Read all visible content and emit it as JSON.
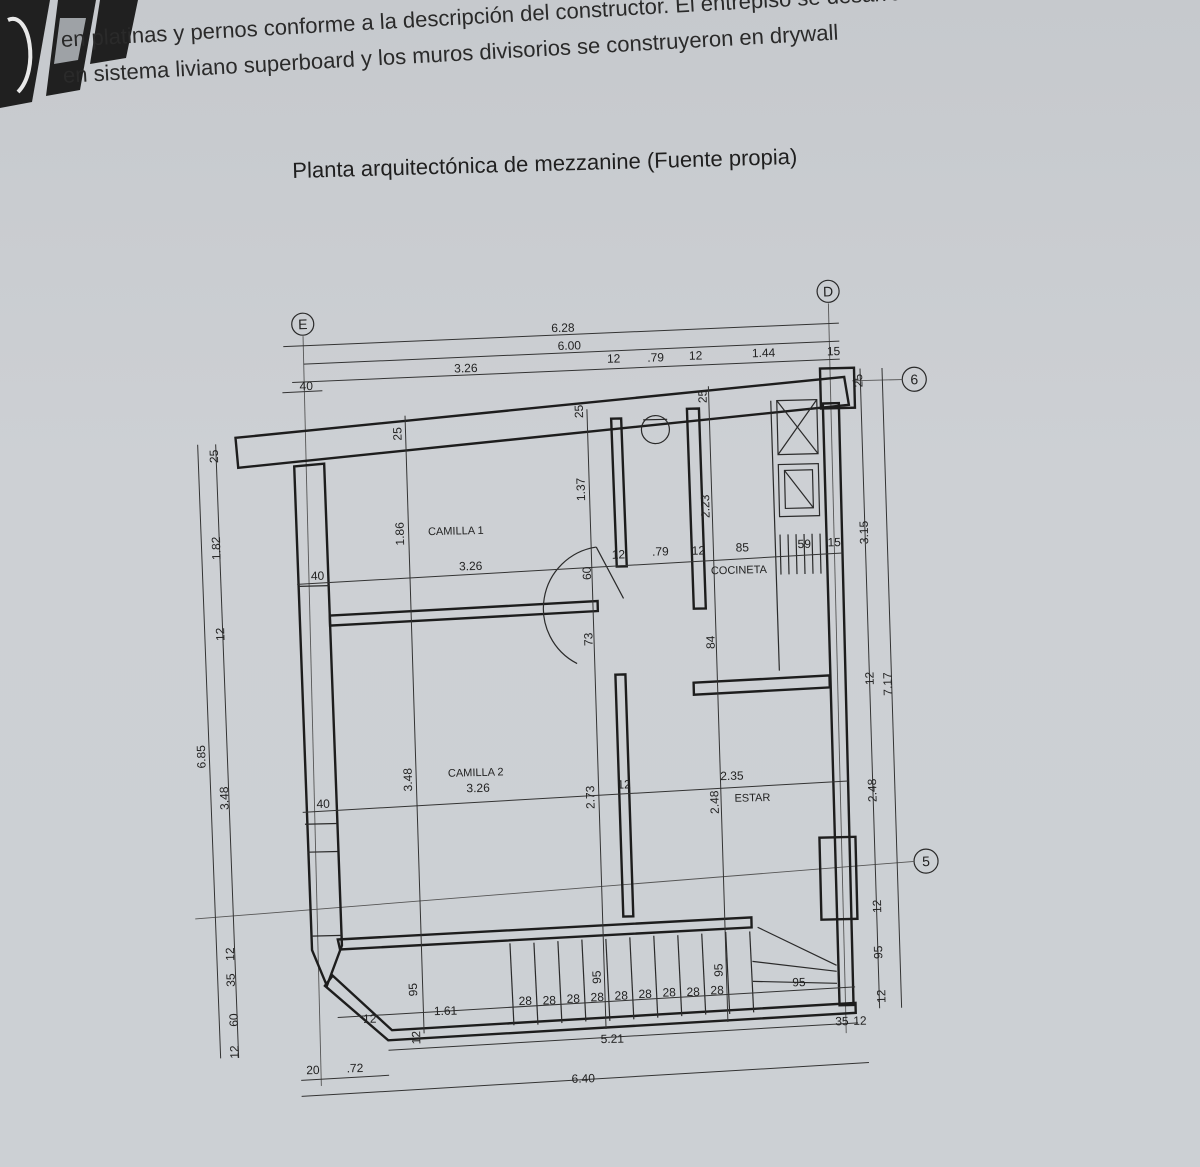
{
  "intro": {
    "line1": "en platinas y pernos conforme a la descripción del constructor. El entrepiso se desarrolló",
    "line2": "en sistema liviano superboard y los muros divisorios se construyeron en drywall"
  },
  "caption": "Planta arquitectónica de mezzanine (Fuente propia)",
  "axes": {
    "e": "E",
    "d": "D",
    "six": "6",
    "five": "5"
  },
  "rooms": {
    "camilla1": "CAMILLA 1",
    "camilla2": "CAMILLA 2",
    "cocineta": "COCINETA",
    "estar": "ESTAR"
  },
  "dims": {
    "top_total": "6.28",
    "top_inner": "6.00",
    "top_3_26": "3.26",
    "top_12a": "12",
    "top_79": ".79",
    "top_12b": "12",
    "top_1_44": "1.44",
    "top_15": "15",
    "top_40": "40",
    "left_25": "25",
    "left_1_82": "1.82",
    "left_12": "12",
    "left_6_85": "6.85",
    "left_3_48": "3.48",
    "left_12b": "12",
    "left_35": "35",
    "left_60": "60",
    "left_12c": "12",
    "c1_40": "40",
    "c1_width": "3.26",
    "c1_height": "1.86",
    "c1_25": "25",
    "c2_40": "40",
    "c2_width": "3.26",
    "c2_height": "3.48",
    "col_1_37": "1.37",
    "col_25": "25",
    "col_60": "60",
    "col_12": "12",
    "col_79": ".79",
    "col_12b": "12",
    "col_85": "85",
    "col_59": "59",
    "col_15": "15",
    "col_2_23": "2.23",
    "col_25b": "25",
    "door_73": "73",
    "col_84": "84",
    "col_2_73": "2.73",
    "col_12c": "12",
    "estar_2_35": "2.35",
    "estar_2_48": "2.48",
    "right_25": "25",
    "right_3_15": "3.15",
    "right_12": "12",
    "right_7_17": "7.17",
    "right_2_48": "2.48",
    "right_12b": "12",
    "right_95": "95",
    "right_12c": "12",
    "bot_95a": "95",
    "bot_95b": "95",
    "bot_95c": "95",
    "bot_95d": "95",
    "bot_12": "12",
    "bot_12b": "12",
    "bot_1_61": "1.61",
    "bot_28": [
      "28",
      "28",
      "28",
      "28",
      "28",
      "28",
      "28",
      "28",
      "28"
    ],
    "bot_5_21": "5.21",
    "bot_35": "35",
    "bot_12c": "12",
    "bot_20": "20",
    "bot_72": ".72",
    "bot_6_40": "6.40"
  }
}
